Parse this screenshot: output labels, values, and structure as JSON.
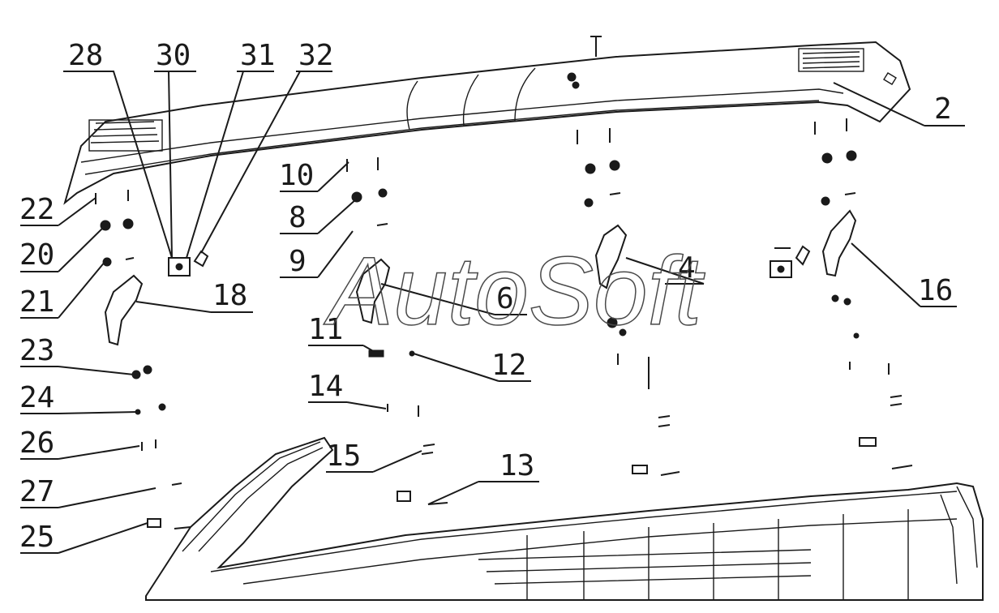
{
  "watermark": "AutoSoft",
  "callouts": [
    "28",
    "30",
    "31",
    "32",
    "2",
    "10",
    "22",
    "8",
    "20",
    "9",
    "4",
    "16",
    "21",
    "18",
    "6",
    "11",
    "12",
    "23",
    "14",
    "24",
    "26",
    "15",
    "13",
    "27",
    "25"
  ]
}
